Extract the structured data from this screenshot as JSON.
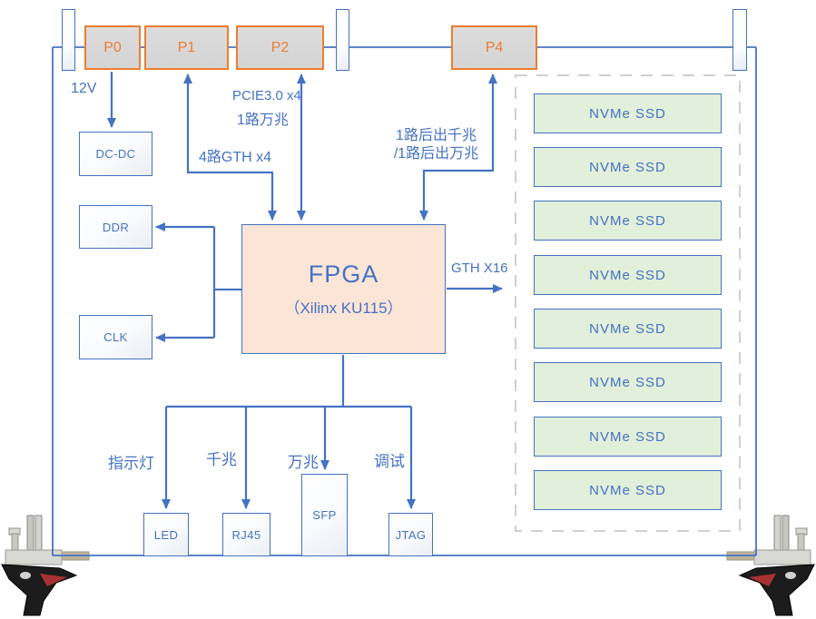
{
  "board": {
    "connectors": [
      {
        "label": "P0"
      },
      {
        "label": "P1"
      },
      {
        "label": "P2"
      },
      {
        "label": "P4"
      }
    ],
    "labels": {
      "v12": "12V",
      "pcie": "PCIE3.0 x4",
      "wan10g": "1路万兆",
      "gth4": "4路GTH x4",
      "rear_line1": "1路后出千兆",
      "rear_line2": "/1路后出万兆",
      "gth16": "GTH X16",
      "indicator": "指示灯",
      "gigabit": "千兆",
      "tengig": "万兆",
      "debug": "调试"
    },
    "blocks": {
      "dcdc": "DC-DC",
      "ddr": "DDR",
      "clk": "CLK",
      "led": "LED",
      "rj45": "RJ45",
      "sfp": "SFP",
      "jtag": "JTAG"
    },
    "fpga": {
      "name": "FPGA",
      "part": "（Xilinx KU115）"
    },
    "ssd_list": [
      "NVMe SSD",
      "NVMe SSD",
      "NVMe SSD",
      "NVMe SSD",
      "NVMe SSD",
      "NVMe SSD",
      "NVMe SSD",
      "NVMe SSD"
    ],
    "colors": {
      "line": "#4472C4",
      "connector_border": "#ED7D31",
      "connector_fill": "#D9D9D9",
      "fpga_fill": "#FBE5D6",
      "ssd_fill": "#E2EFDA",
      "dashed_border": "#CFCFCF"
    }
  }
}
